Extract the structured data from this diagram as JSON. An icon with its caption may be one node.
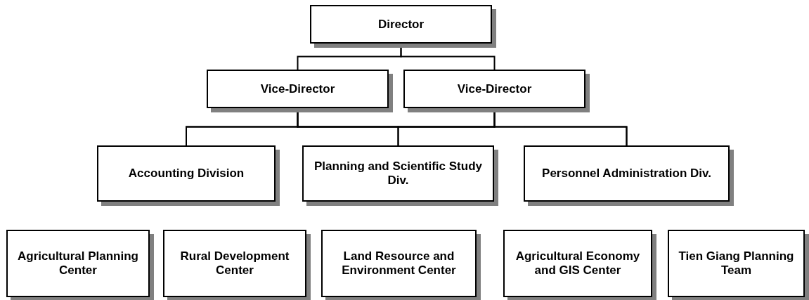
{
  "diagram": {
    "nodes": [
      {
        "text": [
          "Director"
        ]
      },
      {
        "text": [
          "Vice-Director"
        ]
      },
      {
        "text": [
          "Vice-Director"
        ]
      },
      {
        "text": [
          "Accounting Division"
        ]
      },
      {
        "text": [
          "Planning and Scientific Study Div."
        ]
      },
      {
        "text": [
          "Personnel Administration Div."
        ]
      },
      {
        "text": [
          "Agricultural Planning Center"
        ]
      },
      {
        "text": [
          "Rural Development Center"
        ]
      },
      {
        "text": [
          "Land Resource and Environment Center"
        ]
      },
      {
        "text": [
          "Agricultural Economy and GIS Center"
        ]
      },
      {
        "text": [
          "Tien Giang Planning Team"
        ]
      }
    ],
    "edges": [
      {
        "from": 0,
        "to": 1,
        "arrow": "none"
      },
      {
        "from": 0,
        "to": 2,
        "arrow": "none"
      },
      {
        "from": 1,
        "to": 3,
        "arrow": "none"
      },
      {
        "from": 1,
        "to": 4,
        "arrow": "none"
      },
      {
        "from": 1,
        "to": 5,
        "arrow": "none"
      },
      {
        "from": 2,
        "to": 3,
        "arrow": "none"
      },
      {
        "from": 2,
        "to": 4,
        "arrow": "none"
      },
      {
        "from": 2,
        "to": 5,
        "arrow": "none"
      }
    ]
  }
}
